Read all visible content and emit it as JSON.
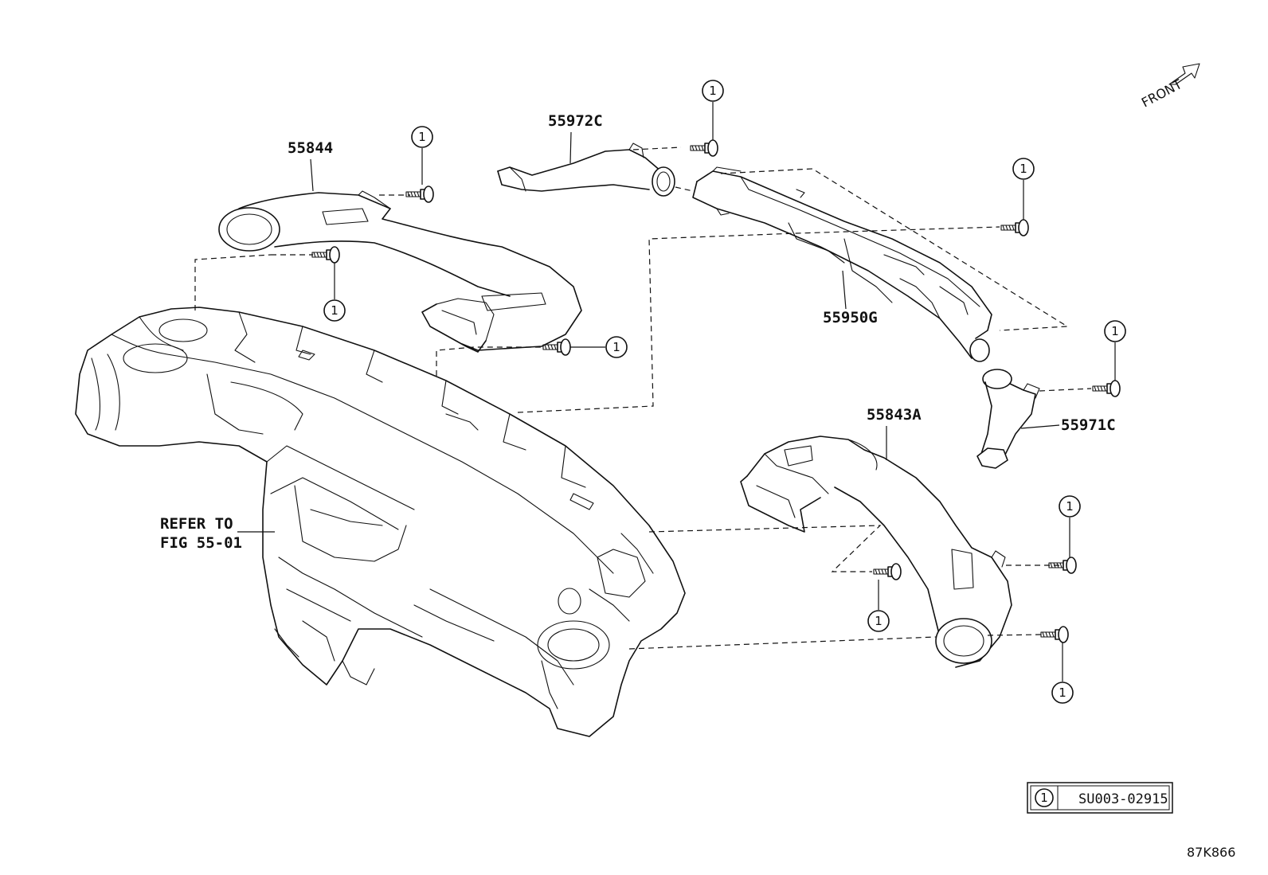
{
  "diagram": {
    "front_label": "FRONT",
    "parts": {
      "p55844": "55844",
      "p55972C": "55972C",
      "p55950G": "55950G",
      "p55971C": "55971C",
      "p55843A": "55843A"
    },
    "refer_line1": "REFER TO",
    "refer_line2": "FIG 55-01",
    "fastener_ref": "1",
    "legend": {
      "symbol": "1",
      "part_no": "SU003-02915"
    },
    "figure_code": "87K866"
  }
}
